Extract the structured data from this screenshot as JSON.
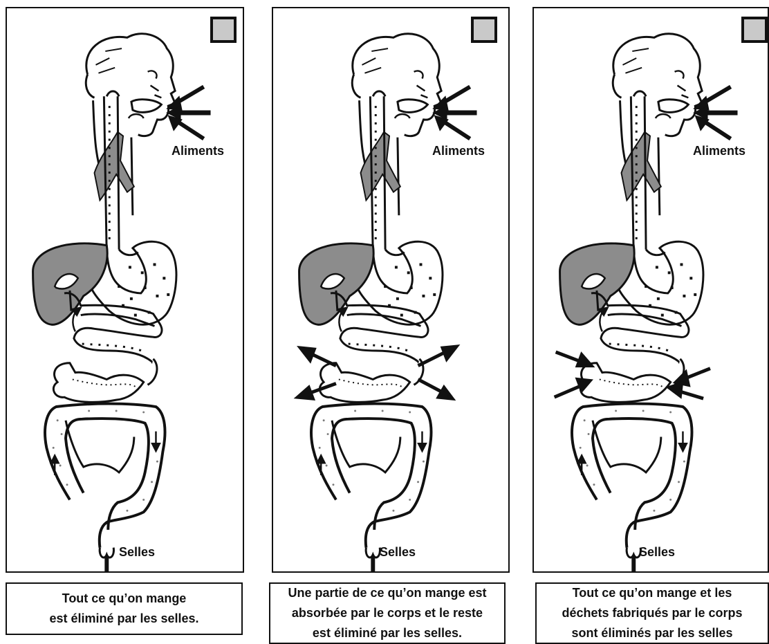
{
  "panels": [
    {
      "food_label": "Aliments",
      "stool_label": "Selles",
      "caption": "Tout ce qu’on mange\nest éliminé par les selles."
    },
    {
      "food_label": "Aliments",
      "stool_label": "Selles",
      "caption": "Une partie de ce qu’on mange est\nabsorbée par le corps et le reste\nest éliminé par les selles."
    },
    {
      "food_label": "Aliments",
      "stool_label": "Selles",
      "caption": "Tout ce qu’on mange et les\ndéchets fabriqués par le corps\nsont éliminés par les selles"
    }
  ],
  "colors": {
    "organ_gray": "#8c8c8c",
    "checkbox_fill": "#c9c9c9",
    "ink": "#111111"
  },
  "arrows": [
    "outward-arrows-icon",
    "inward-arrows-icon"
  ]
}
